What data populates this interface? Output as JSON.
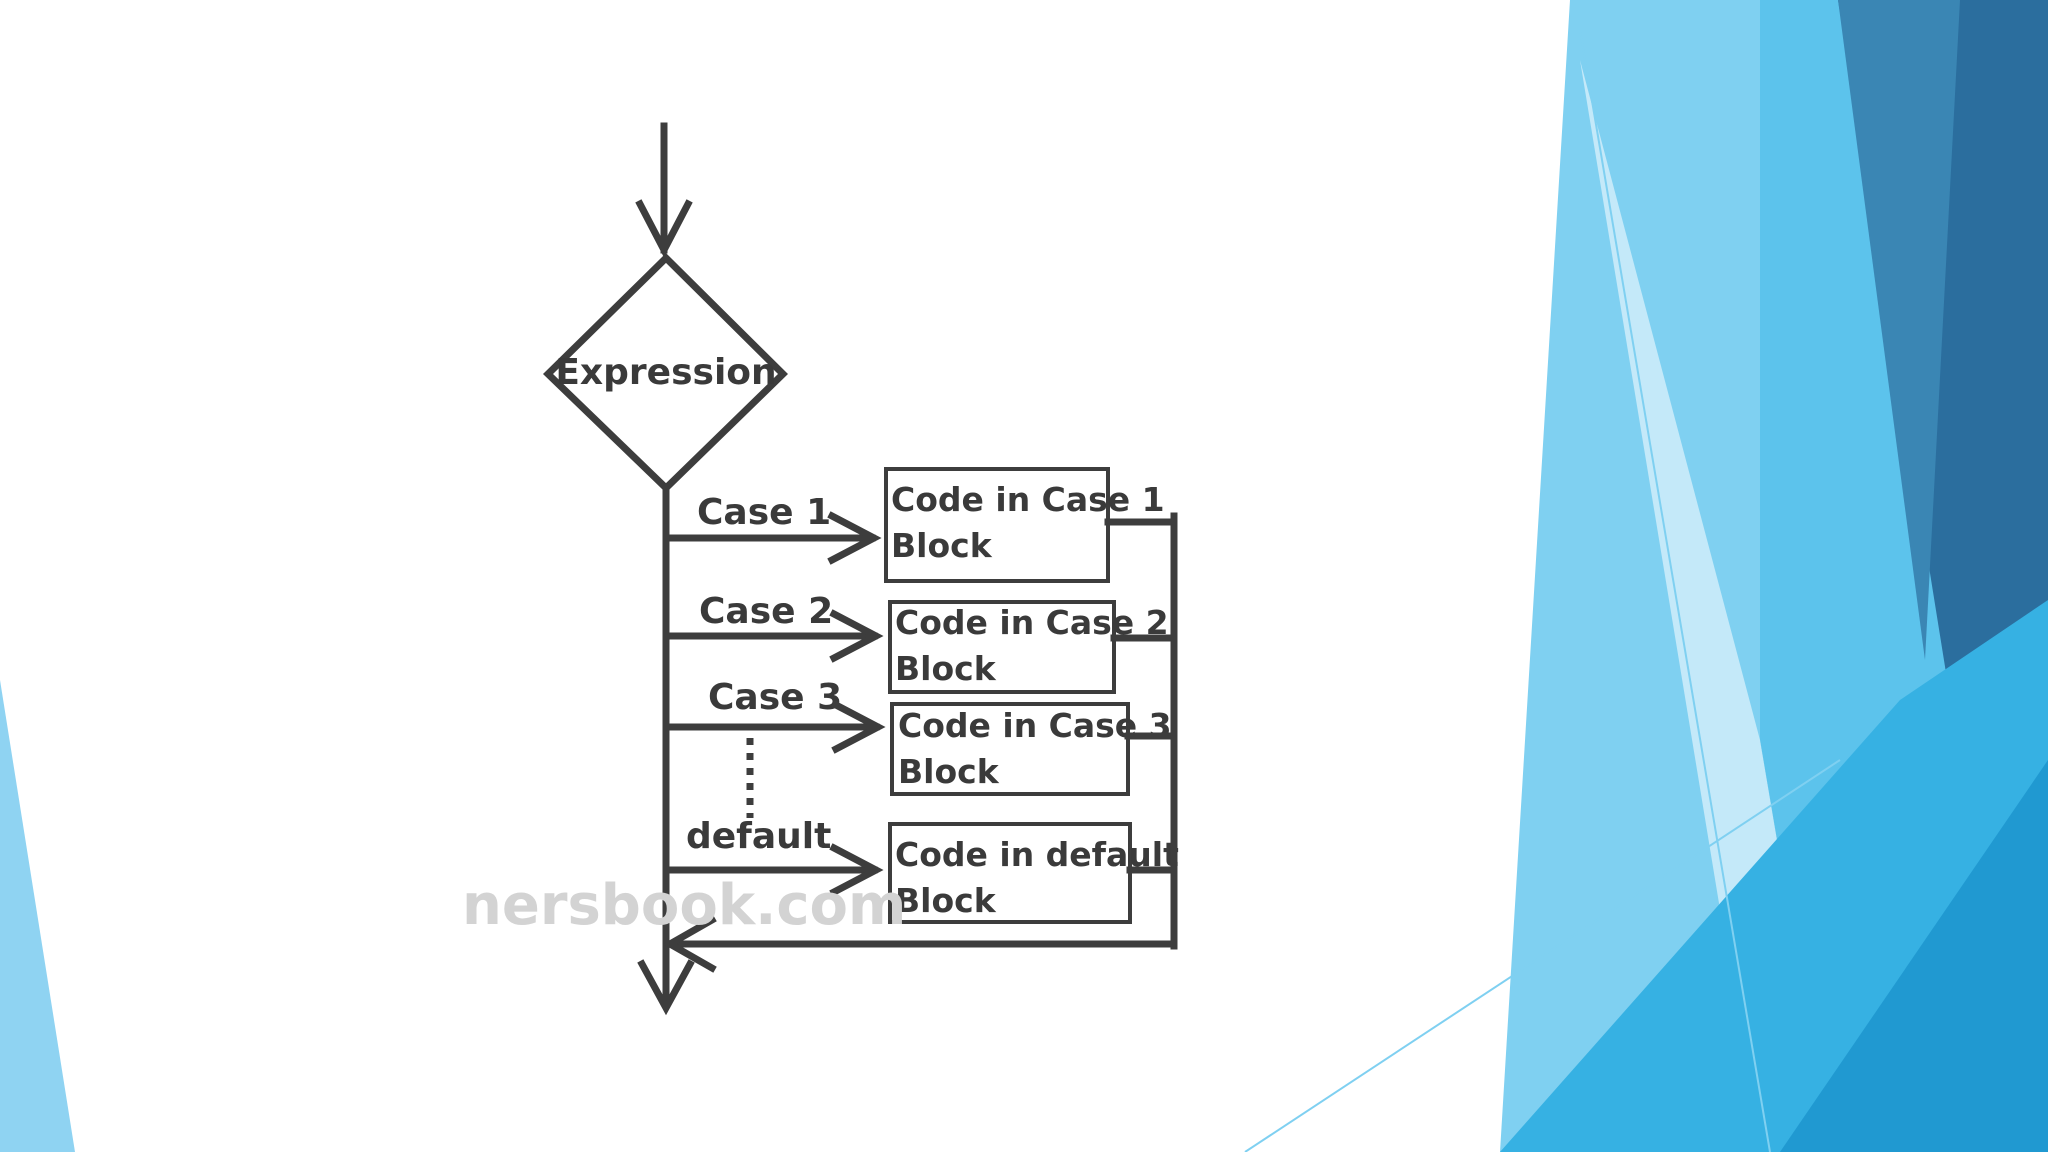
{
  "diagram": {
    "decision_label": "Expression",
    "cases": [
      {
        "label": "Case 1",
        "block_line1": "Code in Case 1",
        "block_line2": "Block"
      },
      {
        "label": "Case 2",
        "block_line1": "Code in Case 2",
        "block_line2": "Block"
      },
      {
        "label": "Case 3",
        "block_line1": "Code in Case 3",
        "block_line2": "Block"
      },
      {
        "label": "default",
        "block_line1": "Code in default",
        "block_line2": "Block"
      }
    ],
    "watermark": "nersbook.com"
  },
  "colors": {
    "line": "#3d3d3d",
    "text": "#3a3a3a",
    "accent_light": "#8fd3f2",
    "accent_mid": "#55bde8",
    "accent_dark": "#2a6aa0"
  }
}
